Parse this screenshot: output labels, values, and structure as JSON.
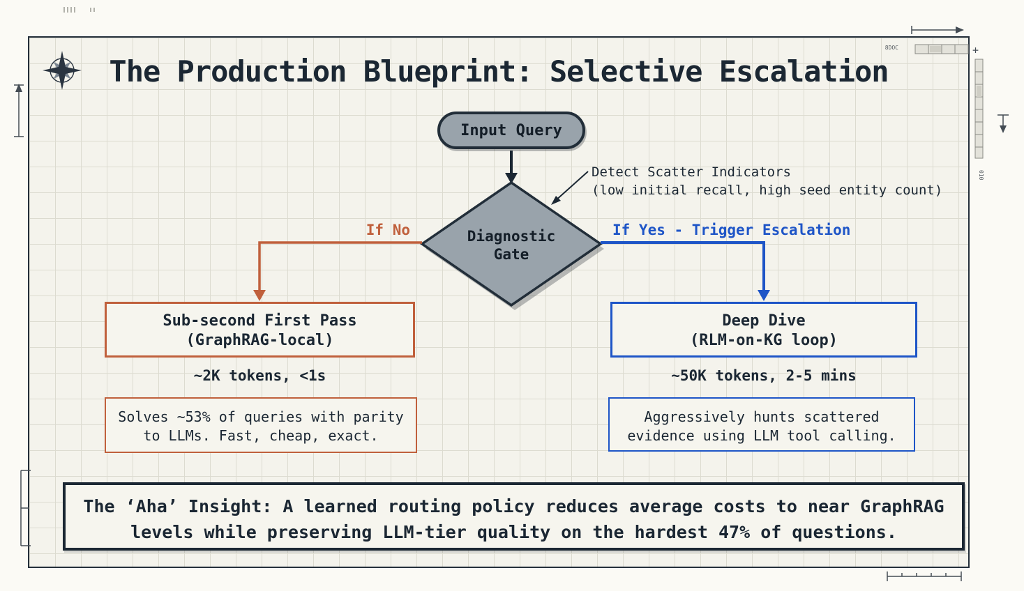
{
  "title": "The Production Blueprint: Selective Escalation",
  "flow": {
    "input_label": "Input Query",
    "gate": {
      "line1": "Diagnostic",
      "line2": "Gate"
    },
    "annotation": {
      "line1": "Detect Scatter Indicators",
      "line2": "(low initial recall, high seed entity count)"
    },
    "branch_no": {
      "label": "If No",
      "box_line1": "Sub-second First Pass",
      "box_line2": "(GraphRAG-local)",
      "metric": "~2K tokens, <1s",
      "note_line1": "Solves ~53% of queries with parity",
      "note_line2": "to LLMs. Fast, cheap, exact."
    },
    "branch_yes": {
      "label": "If Yes - Trigger Escalation",
      "box_line1": "Deep Dive",
      "box_line2": "(RLM-on-KG loop)",
      "metric": "~50K tokens, 2-5 mins",
      "note_line1": "Aggressively hunts scattered",
      "note_line2": "evidence using LLM tool calling."
    },
    "insight": {
      "line1": "The ‘Aha’ Insight: A learned routing policy reduces average costs to near GraphRAG",
      "line2": "levels while preserving LLM-tier quality on the hardest 47% of questions."
    }
  },
  "decorations": {
    "ruler_top_label": "8DOC",
    "ruler_right_label": "010",
    "plus_mark": "+"
  },
  "colors": {
    "accent_no": "#c0603c",
    "accent_yes": "#1e55c7",
    "ink": "#1b2733",
    "shape_fill": "#99a3ab",
    "paper": "#f4f3ec",
    "grid": "#dcdbd0"
  }
}
